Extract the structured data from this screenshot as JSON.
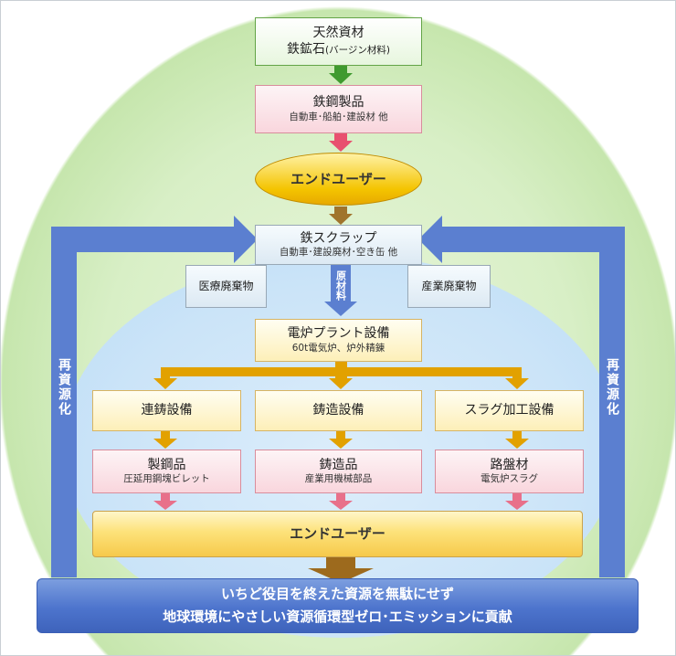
{
  "top": {
    "line1": "天然資材",
    "line2": "鉄鉱石",
    "line2_note": "(バージン材料)"
  },
  "steel_products": {
    "title": "鉄鋼製品",
    "sub": "自動車･船舶･建設材 他"
  },
  "end_user_top": "エンドユーザー",
  "scrap": {
    "title": "鉄スクラップ",
    "sub": "自動車･建設廃材･空き缶 他"
  },
  "medical_waste": "医療廃棄物",
  "industrial_waste": "産業廃棄物",
  "raw_material_label": "原材料",
  "furnace": {
    "title": "電炉プラント設備",
    "sub": "60t電気炉、炉外精錬"
  },
  "facilities": [
    "連鋳設備",
    "鋳造設備",
    "スラグ加工設備"
  ],
  "products": [
    {
      "title": "製鋼品",
      "sub": "圧延用鋼塊ビレット"
    },
    {
      "title": "鋳造品",
      "sub": "産業用機械部品"
    },
    {
      "title": "路盤材",
      "sub": "電気炉スラグ"
    }
  ],
  "end_user_bottom": "エンドユーザー",
  "recycle_left": "再資源化",
  "recycle_right": "再資源化",
  "footer": {
    "line1": "いちど役目を終えた資源を無駄にせず",
    "line2": "地球環境にやさしい資源循環型ゼロ･エミッションに貢献"
  }
}
